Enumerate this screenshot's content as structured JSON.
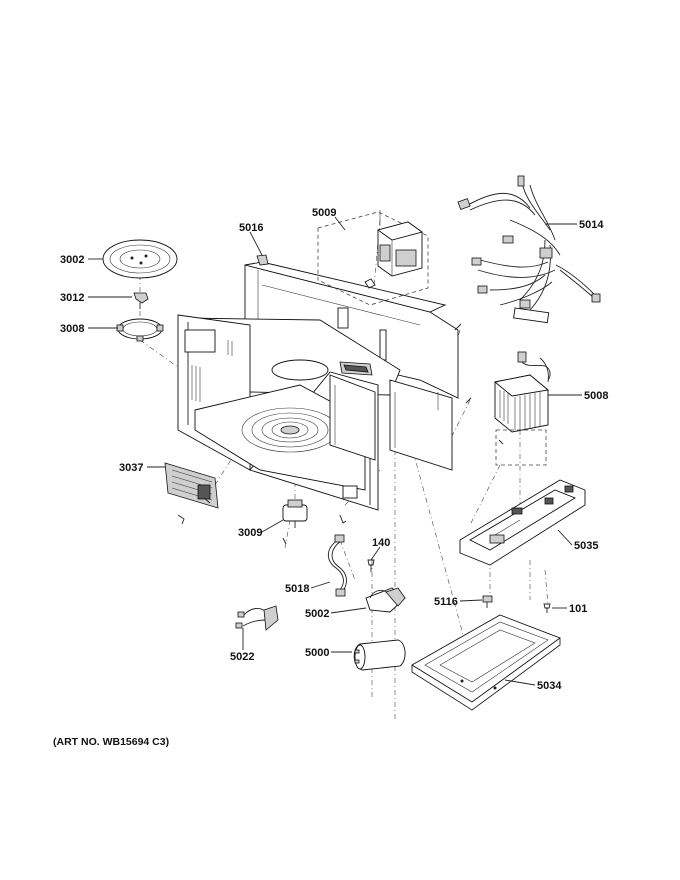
{
  "diagram": {
    "part_labels": {
      "p3002": "3002",
      "p3012": "3012",
      "p3008": "3008",
      "p3037": "3037",
      "p3009": "3009",
      "p5016": "5016",
      "p5009": "5009",
      "p5014": "5014",
      "p5008": "5008",
      "p5035": "5035",
      "p140": "140",
      "p5018": "5018",
      "p5002": "5002",
      "p5000": "5000",
      "p5022": "5022",
      "p5116": "5116",
      "p101": "101",
      "p5034": "5034"
    },
    "art_number": "(ART NO. WB15694 C3)"
  }
}
